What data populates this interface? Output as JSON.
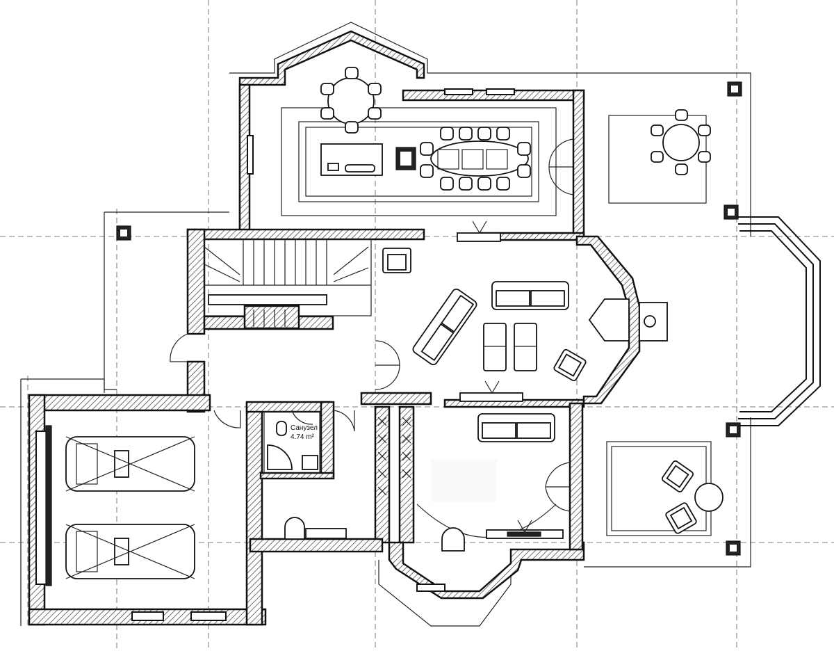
{
  "plan": {
    "rooms": [
      {
        "id": "bathroom",
        "label": "Санузел",
        "area": "4.74 m²"
      }
    ]
  },
  "icons": {
    "cars": [
      "car-icon",
      "car-icon"
    ],
    "dining_table": "dining-table-icon",
    "sofa": "sofa-icon",
    "stairs": "stairs-icon"
  },
  "colors": {
    "ink": "#111111",
    "paper": "#ffffff"
  }
}
